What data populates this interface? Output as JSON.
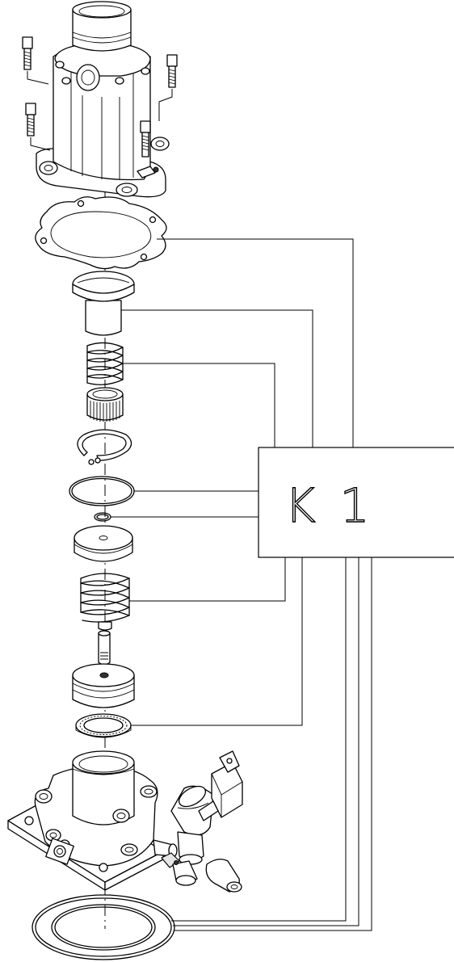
{
  "kit_label": {
    "text": "K1"
  },
  "parts": [
    {
      "id": "valve-top-housing"
    },
    {
      "id": "socket-head-screw"
    },
    {
      "id": "flange-gasket"
    },
    {
      "id": "piston-valve"
    },
    {
      "id": "upper-spring"
    },
    {
      "id": "knurled-bushing"
    },
    {
      "id": "retaining-ring"
    },
    {
      "id": "large-o-ring"
    },
    {
      "id": "small-o-ring"
    },
    {
      "id": "valve-disc"
    },
    {
      "id": "lower-spring"
    },
    {
      "id": "valve-stem"
    },
    {
      "id": "seal-piston"
    },
    {
      "id": "thrust-bearing"
    },
    {
      "id": "valve-base-body"
    },
    {
      "id": "solenoid-valve"
    },
    {
      "id": "bottom-gasket"
    }
  ],
  "kit_links": [
    "flange-gasket",
    "piston-valve",
    "upper-spring",
    "large-o-ring",
    "small-o-ring",
    "lower-spring",
    "thrust-bearing",
    "bottom-gasket"
  ]
}
